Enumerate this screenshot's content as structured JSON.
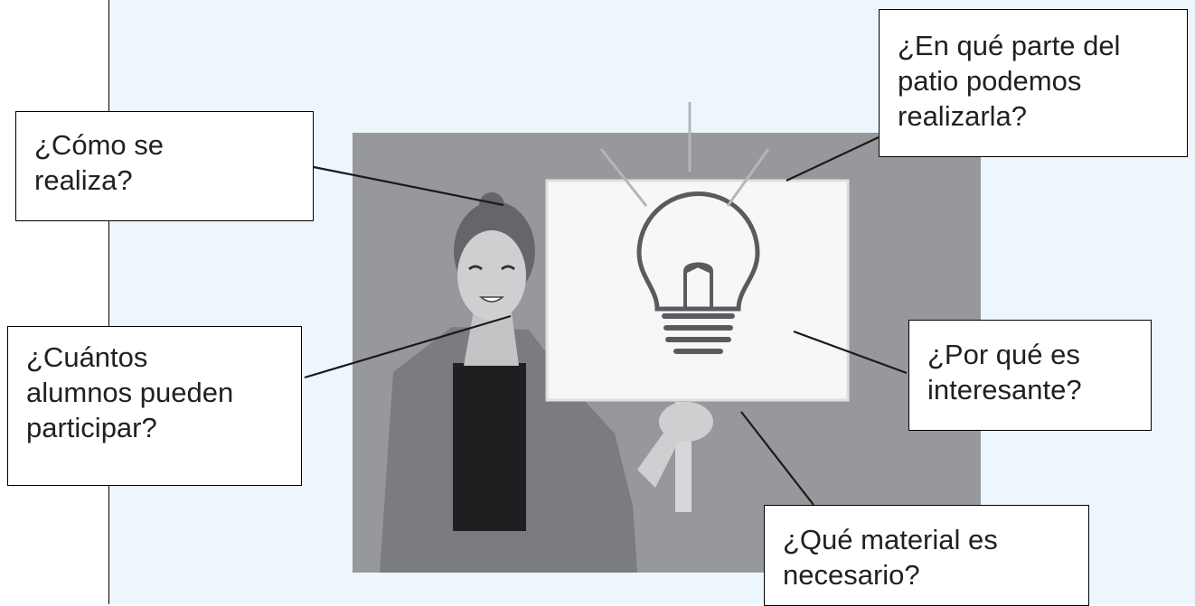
{
  "callouts": {
    "como": [
      "¿Cómo se",
      "realiza?"
    ],
    "cuantos": [
      "¿Cuántos",
      "alumnos pueden",
      "participar?"
    ],
    "donde": [
      "¿En qué parte del",
      "patio podemos",
      "realizarla?"
    ],
    "porque": [
      "¿Por qué es",
      "interesante?"
    ],
    "material": [
      "¿Qué material es",
      "necesario?"
    ]
  },
  "icons": {
    "central": "lightbulb-icon"
  },
  "colors": {
    "panel_background": "#eef6fd",
    "illustration_background": "#97989c",
    "sign": "#f7f7f7"
  }
}
